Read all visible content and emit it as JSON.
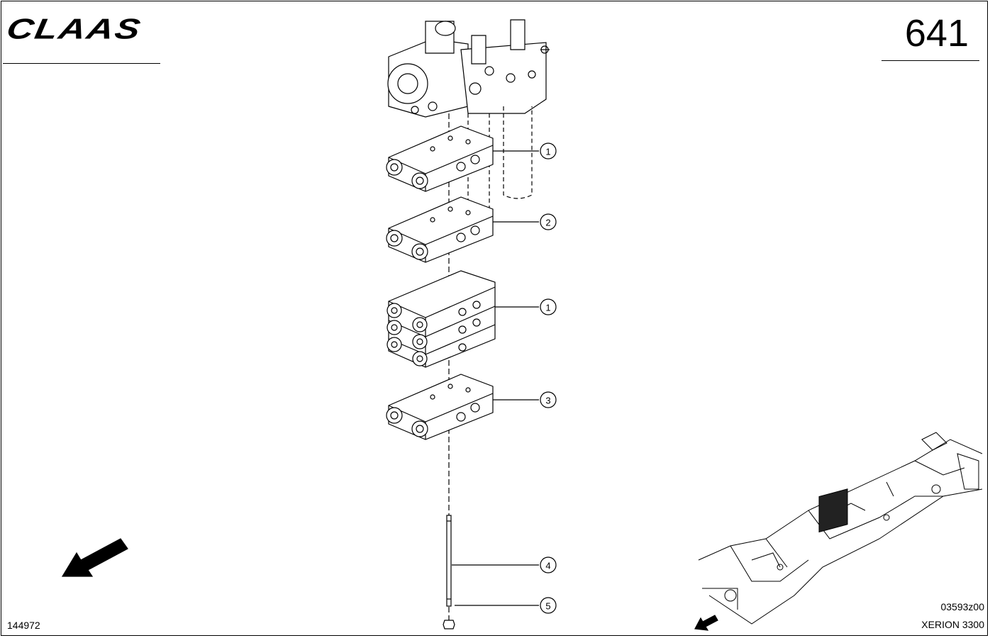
{
  "brand": {
    "logo_text": "CLAAS"
  },
  "page": {
    "number": "641"
  },
  "footer": {
    "reference_number": "144972",
    "drawing_code": "03593z00",
    "model": "XERION 3300"
  },
  "callouts": [
    {
      "label": "1"
    },
    {
      "label": "2"
    },
    {
      "label": "1"
    },
    {
      "label": "3"
    },
    {
      "label": "4"
    },
    {
      "label": "5"
    }
  ],
  "icons": {
    "orientation_arrow_large": "arrow-down-left-icon",
    "orientation_arrow_small": "arrow-down-left-icon"
  },
  "colors": {
    "line": "#000000",
    "background": "#ffffff"
  }
}
